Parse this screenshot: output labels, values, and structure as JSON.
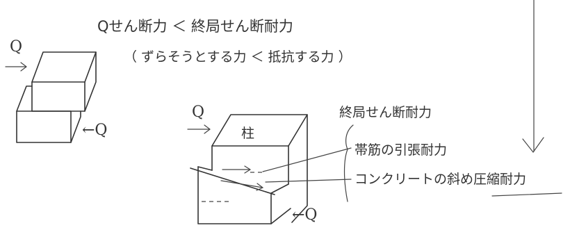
{
  "heading": {
    "line1": "Qせん断力 ＜ 終局せん断耐力",
    "line2": "（ ずらそうとする力 ＜ 抵抗する力 ）"
  },
  "left_block": {
    "force_label_top": "Q",
    "force_label_right": "←Q"
  },
  "right_block": {
    "force_label_top": "Q",
    "column_label": "柱",
    "force_label_bottom": "←Q"
  },
  "annotation": {
    "title": "終局せん断耐力",
    "item1": "帯筋の引張耐力",
    "item2": "コンクリートの斜め圧縮耐力"
  }
}
